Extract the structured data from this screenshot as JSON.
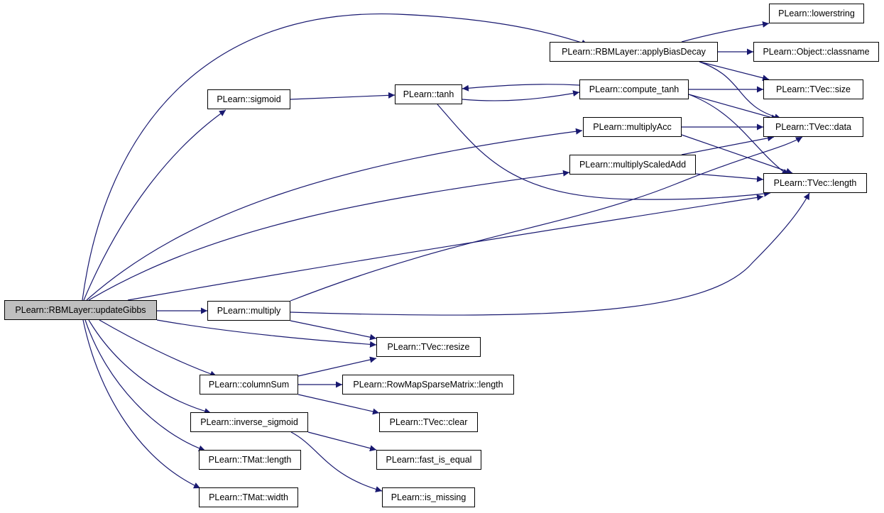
{
  "colors": {
    "edge": "#191970",
    "node_border": "#000000",
    "root_fill": "#bfbfbf",
    "node_fill": "#ffffff"
  },
  "nodes": [
    {
      "id": "updateGibbs",
      "label": "PLearn::RBMLayer::updateGibbs",
      "root": true
    },
    {
      "id": "applyBiasDecay",
      "label": "PLearn::RBMLayer::applyBiasDecay"
    },
    {
      "id": "lowerstring",
      "label": "PLearn::lowerstring"
    },
    {
      "id": "classname",
      "label": "PLearn::Object::classname"
    },
    {
      "id": "sigmoid",
      "label": "PLearn::sigmoid"
    },
    {
      "id": "tanh",
      "label": "PLearn::tanh"
    },
    {
      "id": "compute_tanh",
      "label": "PLearn::compute_tanh"
    },
    {
      "id": "tvec_size",
      "label": "PLearn::TVec::size"
    },
    {
      "id": "multiplyAcc",
      "label": "PLearn::multiplyAcc"
    },
    {
      "id": "tvec_data",
      "label": "PLearn::TVec::data"
    },
    {
      "id": "multiplyScaledAdd",
      "label": "PLearn::multiplyScaledAdd"
    },
    {
      "id": "tvec_length",
      "label": "PLearn::TVec::length"
    },
    {
      "id": "multiply",
      "label": "PLearn::multiply"
    },
    {
      "id": "tvec_resize",
      "label": "PLearn::TVec::resize"
    },
    {
      "id": "columnSum",
      "label": "PLearn::columnSum"
    },
    {
      "id": "rowmap_length",
      "label": "PLearn::RowMapSparseMatrix::length"
    },
    {
      "id": "tvec_clear",
      "label": "PLearn::TVec::clear"
    },
    {
      "id": "inverse_sigmoid",
      "label": "PLearn::inverse_sigmoid"
    },
    {
      "id": "fast_is_equal",
      "label": "PLearn::fast_is_equal"
    },
    {
      "id": "tmat_length",
      "label": "PLearn::TMat::length"
    },
    {
      "id": "is_missing",
      "label": "PLearn::is_missing"
    },
    {
      "id": "tmat_width",
      "label": "PLearn::TMat::width"
    }
  ],
  "edges": [
    [
      "updateGibbs",
      "applyBiasDecay"
    ],
    [
      "updateGibbs",
      "sigmoid"
    ],
    [
      "updateGibbs",
      "multiplyAcc"
    ],
    [
      "updateGibbs",
      "multiplyScaledAdd"
    ],
    [
      "updateGibbs",
      "tvec_length"
    ],
    [
      "updateGibbs",
      "multiply"
    ],
    [
      "updateGibbs",
      "tvec_resize"
    ],
    [
      "updateGibbs",
      "columnSum"
    ],
    [
      "updateGibbs",
      "inverse_sigmoid"
    ],
    [
      "updateGibbs",
      "tmat_length"
    ],
    [
      "updateGibbs",
      "tmat_width"
    ],
    [
      "applyBiasDecay",
      "lowerstring"
    ],
    [
      "applyBiasDecay",
      "classname"
    ],
    [
      "applyBiasDecay",
      "tvec_size"
    ],
    [
      "applyBiasDecay",
      "tvec_data"
    ],
    [
      "sigmoid",
      "tanh"
    ],
    [
      "tanh",
      "compute_tanh"
    ],
    [
      "compute_tanh",
      "tanh"
    ],
    [
      "tanh",
      "tvec_length"
    ],
    [
      "compute_tanh",
      "tvec_size"
    ],
    [
      "compute_tanh",
      "tvec_data"
    ],
    [
      "compute_tanh",
      "tvec_length"
    ],
    [
      "multiplyAcc",
      "tvec_data"
    ],
    [
      "multiplyAcc",
      "tvec_length"
    ],
    [
      "multiplyScaledAdd",
      "tvec_data"
    ],
    [
      "multiplyScaledAdd",
      "tvec_length"
    ],
    [
      "multiply",
      "tvec_data"
    ],
    [
      "multiply",
      "tvec_length"
    ],
    [
      "multiply",
      "tvec_resize"
    ],
    [
      "columnSum",
      "tvec_resize"
    ],
    [
      "columnSum",
      "rowmap_length"
    ],
    [
      "columnSum",
      "tvec_clear"
    ],
    [
      "inverse_sigmoid",
      "fast_is_equal"
    ],
    [
      "inverse_sigmoid",
      "is_missing"
    ]
  ]
}
